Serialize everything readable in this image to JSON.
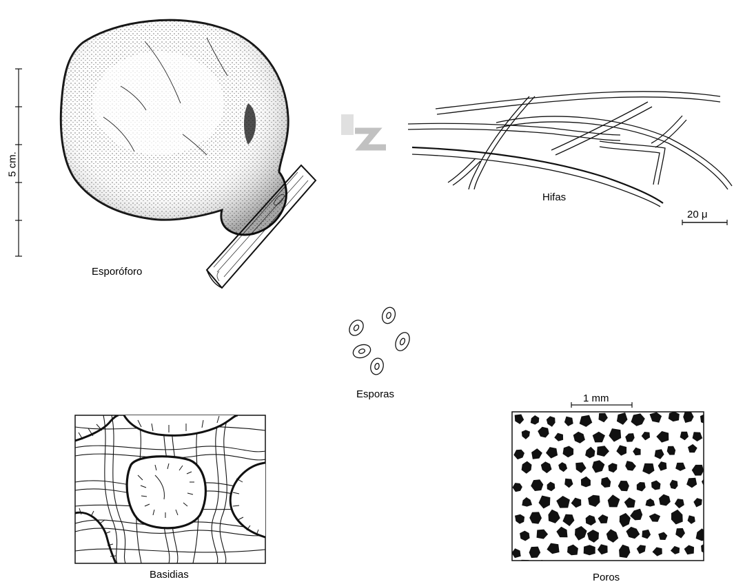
{
  "labels": {
    "sporophore": "Esporóforo",
    "hyphae": "Hifas",
    "spores": "Esporas",
    "basidia": "Basidias",
    "pores": "Poros"
  },
  "scales": {
    "sporophore_scale": "5 cm.",
    "hyphae_scale": "20 μ",
    "pores_scale": "1 mm"
  },
  "colors": {
    "ink": "#111111",
    "paper": "#ffffff",
    "bleed": "#d8d8d8"
  }
}
